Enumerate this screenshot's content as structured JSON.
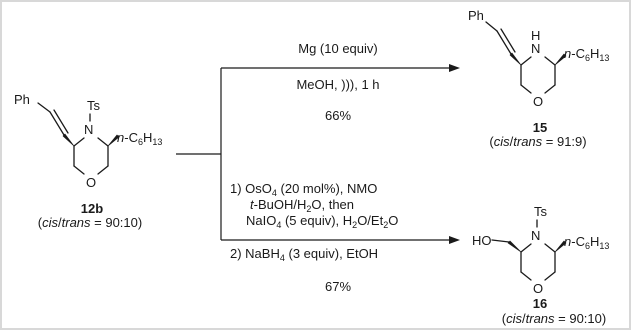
{
  "reactant": {
    "ph": "Ph",
    "ts": "Ts",
    "n": "N",
    "o": "O",
    "chain_prefix": "n",
    "chain": "-C",
    "chain_sub": "6",
    "chain_h": "H",
    "chain_h_sub": "13",
    "compound": "12b",
    "ratio": {
      "open": "(",
      "cis": "cis",
      "slash": "/",
      "trans": "trans",
      "value": " = 90:10)"
    }
  },
  "top_conditions": {
    "line1": "Mg (10 equiv)",
    "line2": "MeOH, ))), 1 h",
    "yield": "66%"
  },
  "bottom_conditions": {
    "line1_a": "1) OsO",
    "line1_sub": "4",
    "line1_b": " (20 mol%), NMO",
    "line2_prefix": "t",
    "line2_rest": "-BuOH/H",
    "line2_sub": "2",
    "line2_end": "O, then",
    "line3_a": "NaIO",
    "line3_sub1": "4",
    "line3_b": " (5 equiv), H",
    "line3_sub2": "2",
    "line3_c": "O/Et",
    "line3_sub3": "2",
    "line3_d": "O",
    "line4_a": "2) NaBH",
    "line4_sub": "4",
    "line4_b": " (3 equiv), EtOH",
    "yield": "67%"
  },
  "product_top": {
    "ph": "Ph",
    "h": "H",
    "n": "N",
    "o": "O",
    "chain_prefix": "n",
    "chain": "-C",
    "chain_sub": "6",
    "chain_h": "H",
    "chain_h_sub": "13",
    "compound": "15",
    "ratio": {
      "open": "(",
      "cis": "cis",
      "slash": "/",
      "trans": "trans",
      "value": " = 91:9)"
    }
  },
  "product_bottom": {
    "ho": "HO",
    "ts": "Ts",
    "n": "N",
    "o": "O",
    "chain_prefix": "n",
    "chain": "-C",
    "chain_sub": "6",
    "chain_h": "H",
    "chain_h_sub": "13",
    "compound": "16",
    "ratio": {
      "open": "(",
      "cis": "cis",
      "slash": "/",
      "trans": "trans",
      "value": " = 90:10)"
    }
  }
}
